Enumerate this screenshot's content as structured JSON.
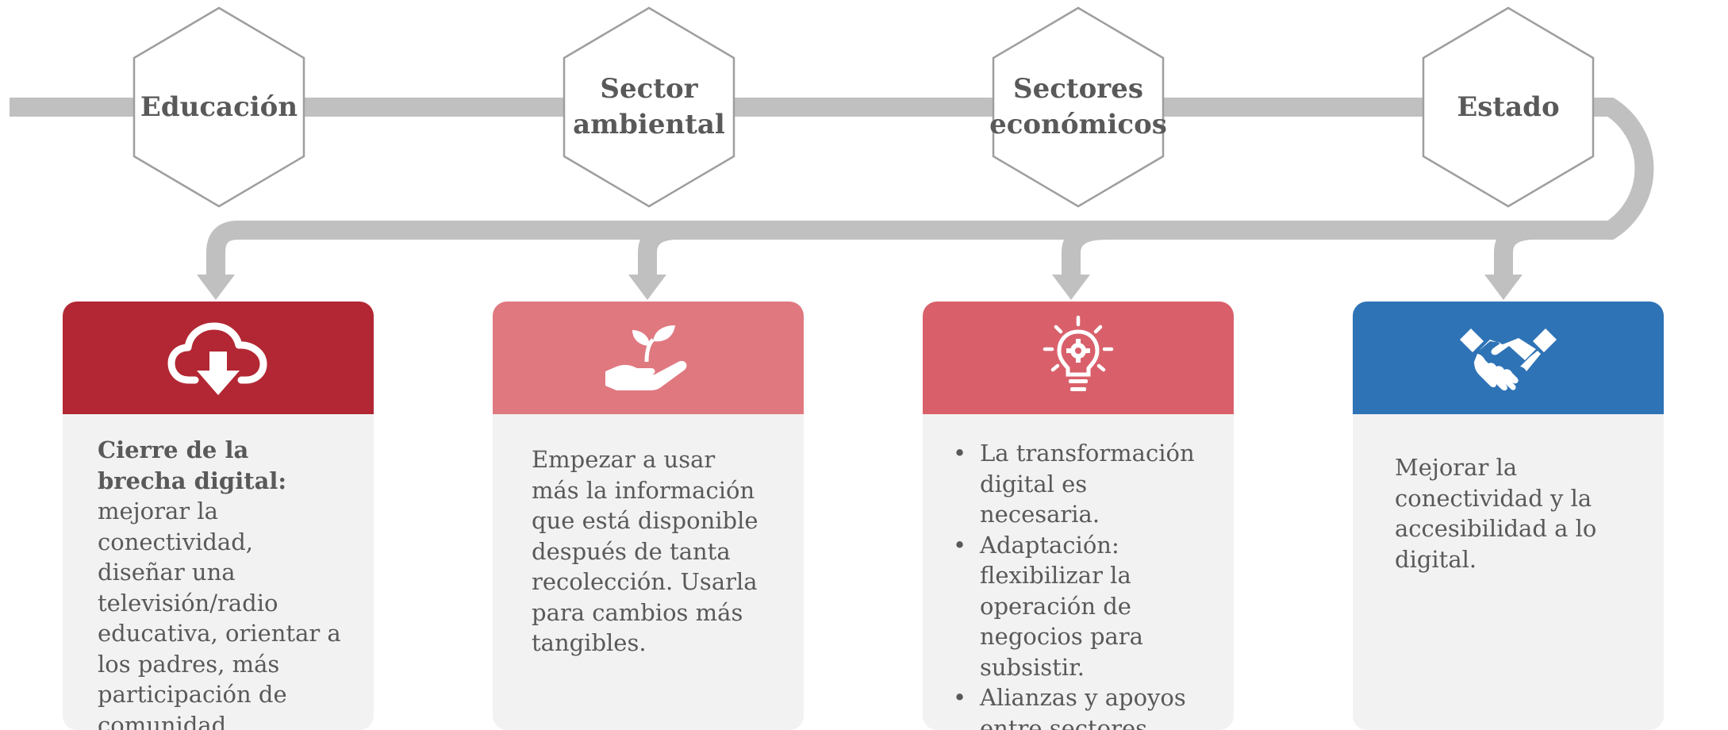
{
  "colors": {
    "connector": "#c0c0c0",
    "hex_border": "#9e9e9e",
    "card_body": "#f2f2f2",
    "header_1": "#b22733",
    "header_2": "#e07880",
    "header_3": "#d9606b",
    "header_4": "#2e73b6",
    "text": "#595959"
  },
  "hexagons": [
    {
      "label": "Educación"
    },
    {
      "label": "Sector\nambiental"
    },
    {
      "label": "Sectores\neconómicos"
    },
    {
      "label": "Estado"
    }
  ],
  "cards": [
    {
      "icon": "cloud-download-icon",
      "color": "#b22733",
      "bold_prefix": "Cierre de la brecha digital:",
      "text": " mejorar la conectividad, diseñar una televisión/radio educativa, orientar a los padres, más participación de comunidad…"
    },
    {
      "icon": "hand-plant-icon",
      "color": "#e07880",
      "text": "Empezar a usar más la información que está disponible después de tanta recolección. Usarla para cambios más tangibles."
    },
    {
      "icon": "lightbulb-gear-icon",
      "color": "#d9606b",
      "bullets": [
        "La transformación digital es necesaria.",
        "Adaptación: flexibilizar la operación de negocios para subsistir.",
        "Alianzas y apoyos entre sectores"
      ]
    },
    {
      "icon": "handshake-icon",
      "color": "#2e73b6",
      "text": "Mejorar la conectividad y la accesibilidad a lo digital."
    }
  ]
}
